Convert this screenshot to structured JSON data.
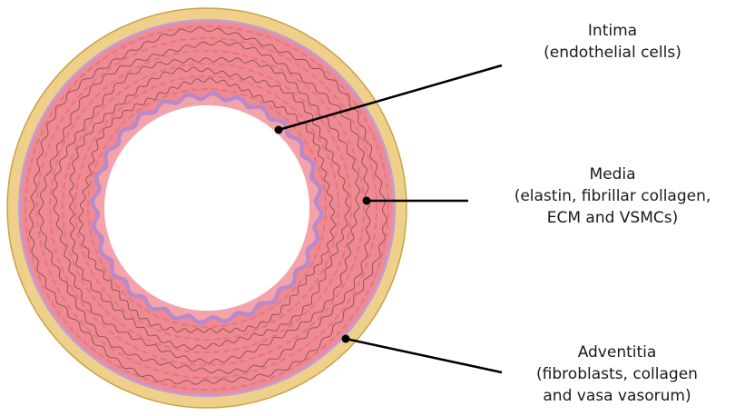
{
  "labels": {
    "intima": {
      "name": "Intima",
      "detail": "(endothelial cells)"
    },
    "media": {
      "name": "Media",
      "detail_line1": "(elastin, fibrillar collagen,",
      "detail_line2": "ECM and  VSMCs)"
    },
    "adventitia": {
      "name": "Adventitia",
      "detail_line1": "(fibroblasts, collagen",
      "detail_line2": "and vasa vasorum)"
    }
  },
  "colors": {
    "adventitia": "#eed08a",
    "adventitia_edge": "#c9a24a",
    "external_elastic_lamina": "#c79ad0",
    "media": "#ef8a92",
    "media_fiber": "#6b3a3f",
    "internal_elastic_lamina": "#b98ac8",
    "intima": "#f4a3aa",
    "lumen": "#ffffff",
    "leader_line": "#000000"
  }
}
